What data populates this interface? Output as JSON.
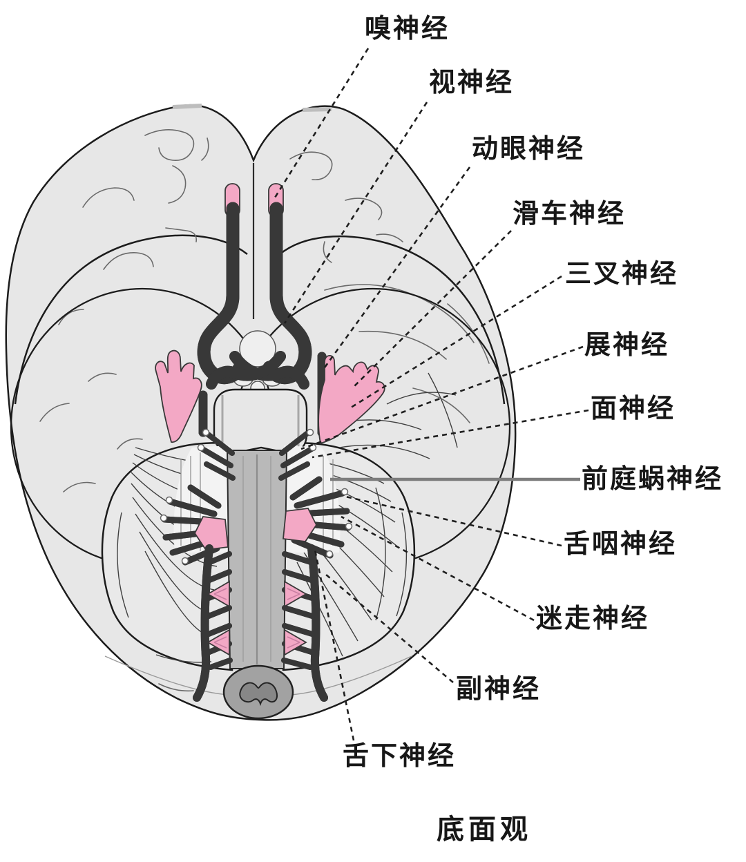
{
  "figure": {
    "caption": "底面观",
    "labels": [
      {
        "name": "olfactory-nerve",
        "text": "嗅神经",
        "line_style": "dashed"
      },
      {
        "name": "optic-nerve",
        "text": "视神经",
        "line_style": "dashed"
      },
      {
        "name": "oculomotor-nerve",
        "text": "动眼神经",
        "line_style": "dashed"
      },
      {
        "name": "trochlear-nerve",
        "text": "滑车神经",
        "line_style": "dashed"
      },
      {
        "name": "trigeminal-nerve",
        "text": "三叉神经",
        "line_style": "dashed"
      },
      {
        "name": "abducens-nerve",
        "text": "展神经",
        "line_style": "dashed"
      },
      {
        "name": "facial-nerve",
        "text": "面神经",
        "line_style": "dashed"
      },
      {
        "name": "vestibulocochlear-nerve",
        "text": "前庭蜗神经",
        "line_style": "solid"
      },
      {
        "name": "glossopharyngeal-nerve",
        "text": "舌咽神经",
        "line_style": "dashed"
      },
      {
        "name": "vagus-nerve",
        "text": "迷走神经",
        "line_style": "dashed"
      },
      {
        "name": "accessory-nerve",
        "text": "副神经",
        "line_style": "dashed"
      },
      {
        "name": "hypoglossal-nerve",
        "text": "舌下神经",
        "line_style": "dashed"
      }
    ],
    "colors": {
      "background": "#ffffff",
      "brain_gray": "#e7e7e7",
      "brainstem_gray": "#b9b9b9",
      "spinal_cord_gray": "#a2a2a2",
      "nerve_pink": "#f3a8c5",
      "outline_black": "#1c1c1c",
      "solid_leader_gray": "#7d7d7d"
    }
  }
}
